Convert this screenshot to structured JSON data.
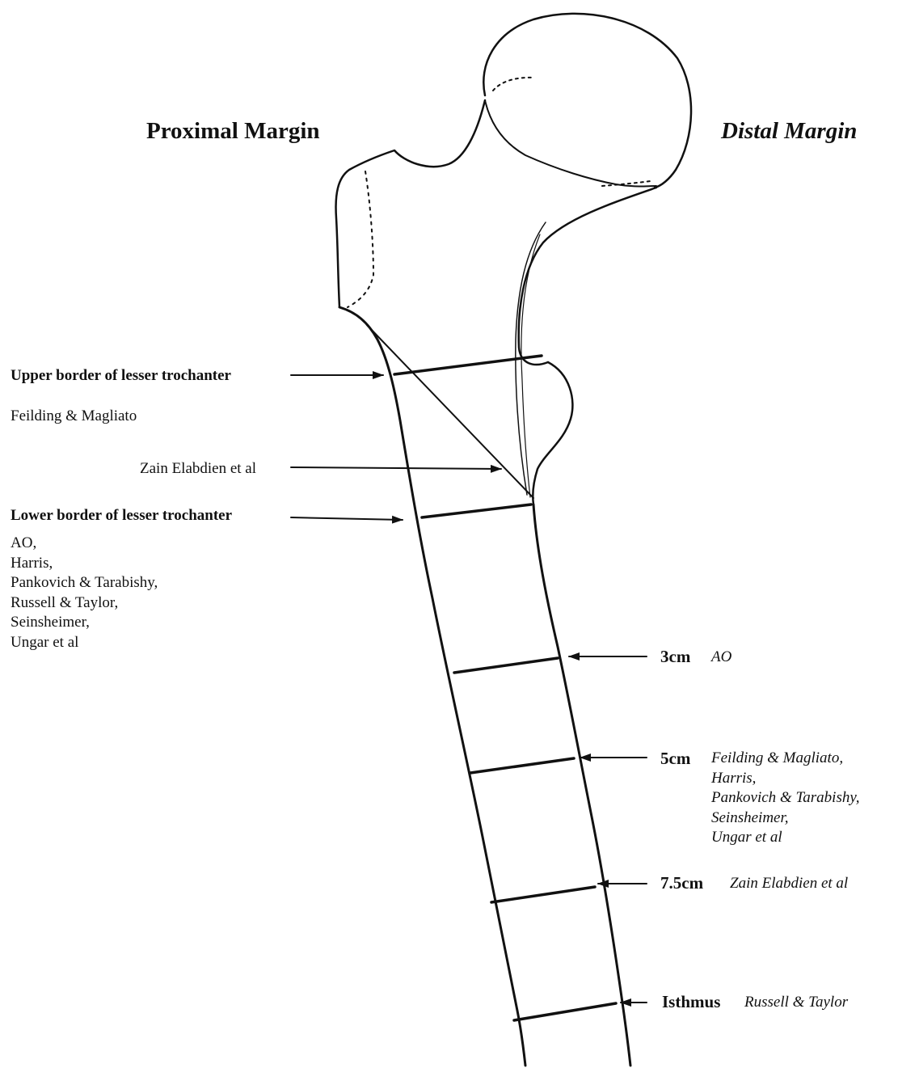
{
  "headings": {
    "proximal": "Proximal Margin",
    "distal": "Distal Margin"
  },
  "left_labels": {
    "upper_border": "Upper border of lesser trochanter",
    "upper_authors": "Feilding & Magliato",
    "zain": "Zain Elabdien et al",
    "lower_border": "Lower border of lesser trochanter",
    "lower_authors": [
      "AO,",
      "Harris,",
      "Pankovich & Tarabishy,",
      "Russell & Taylor,",
      "Seinsheimer,",
      "Ungar et al"
    ]
  },
  "right_labels": {
    "m3": {
      "distance": "3cm",
      "authors": [
        "AO"
      ]
    },
    "m5": {
      "distance": "5cm",
      "authors": [
        "Feilding & Magliato,",
        "Harris,",
        "Pankovich & Tarabishy,",
        "Seinsheimer,",
        "Ungar et al"
      ]
    },
    "m75": {
      "distance": "7.5cm",
      "authors": [
        "Zain Elabdien et al"
      ]
    },
    "isthmus": {
      "distance": "Isthmus",
      "authors": [
        "Russell & Taylor"
      ]
    }
  },
  "colors": {
    "ink": "#111111",
    "background": "#ffffff"
  }
}
